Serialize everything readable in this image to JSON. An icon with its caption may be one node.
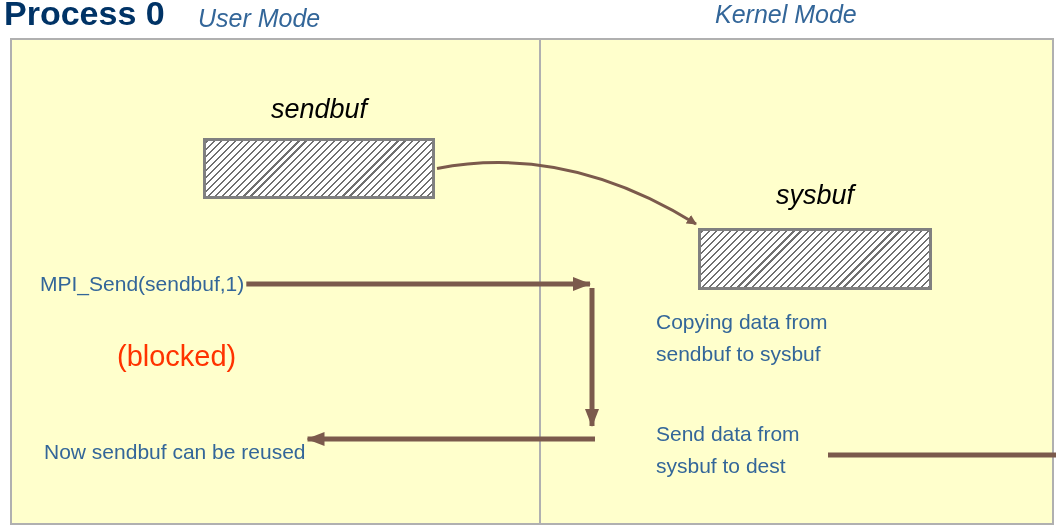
{
  "diagram": {
    "title": "Process 0",
    "nodes": [
      {
        "text": [
          "User Mode"
        ]
      },
      {
        "text": [
          "Kernel Mode"
        ]
      },
      {
        "text": [
          "sendbuf"
        ],
        "in": 0
      },
      {
        "text": [
          "MPI_Send(sendbuf,1)"
        ],
        "in": 0
      },
      {
        "text": [
          "Now sendbuf can be reused"
        ],
        "in": 0
      },
      {
        "text": [
          "sysbuf"
        ],
        "in": 1
      },
      {
        "text": [
          "Send data from sysbuf to dest"
        ],
        "in": 1
      }
    ],
    "edges": [
      {
        "from": 2,
        "to": 5,
        "arrow": "to"
      },
      {
        "from": 3,
        "to": null,
        "arrow": "to"
      },
      {
        "from": null,
        "to": 4,
        "arrow": "to"
      },
      {
        "from": 6,
        "to": null,
        "arrow": "none"
      }
    ],
    "labels": [
      "Copying data from sendbuf to sysbuf",
      "(blocked)"
    ]
  }
}
